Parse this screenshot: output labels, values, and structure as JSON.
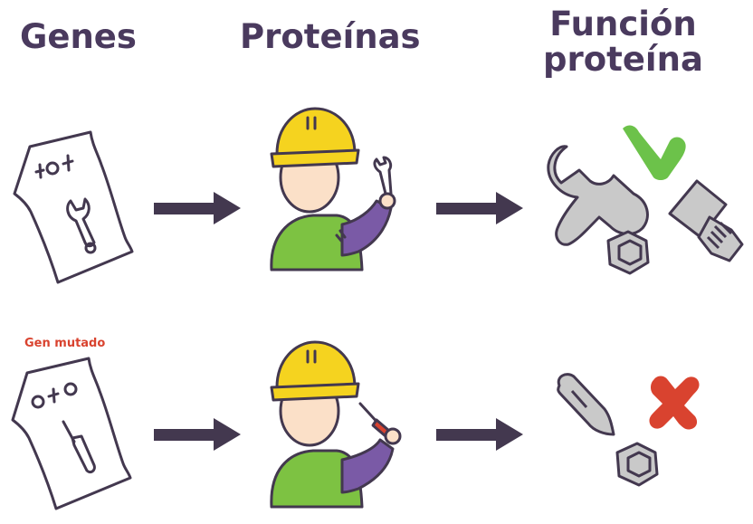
{
  "headers": {
    "genes": "Genes",
    "proteins": "Proteínas",
    "function_line1": "Función",
    "function_line2": "proteína"
  },
  "row2": {
    "mutated_label": "Gen mutado"
  },
  "colors": {
    "heading": "#4a3a5e",
    "mutated": "#d9432f",
    "arrow": "#43384f",
    "check": "#6cc24a",
    "cross": "#d9432f",
    "helmet": "#f5d31f",
    "shirt": "#7dc242",
    "sleeve": "#7a5aa6",
    "tool": "#c9c9c9"
  },
  "icons": [
    "document-icon",
    "wrench-icon",
    "worker-icon",
    "arrow-icon",
    "check-icon",
    "cross-icon",
    "bolt-icon",
    "nut-icon",
    "screwdriver-icon"
  ]
}
